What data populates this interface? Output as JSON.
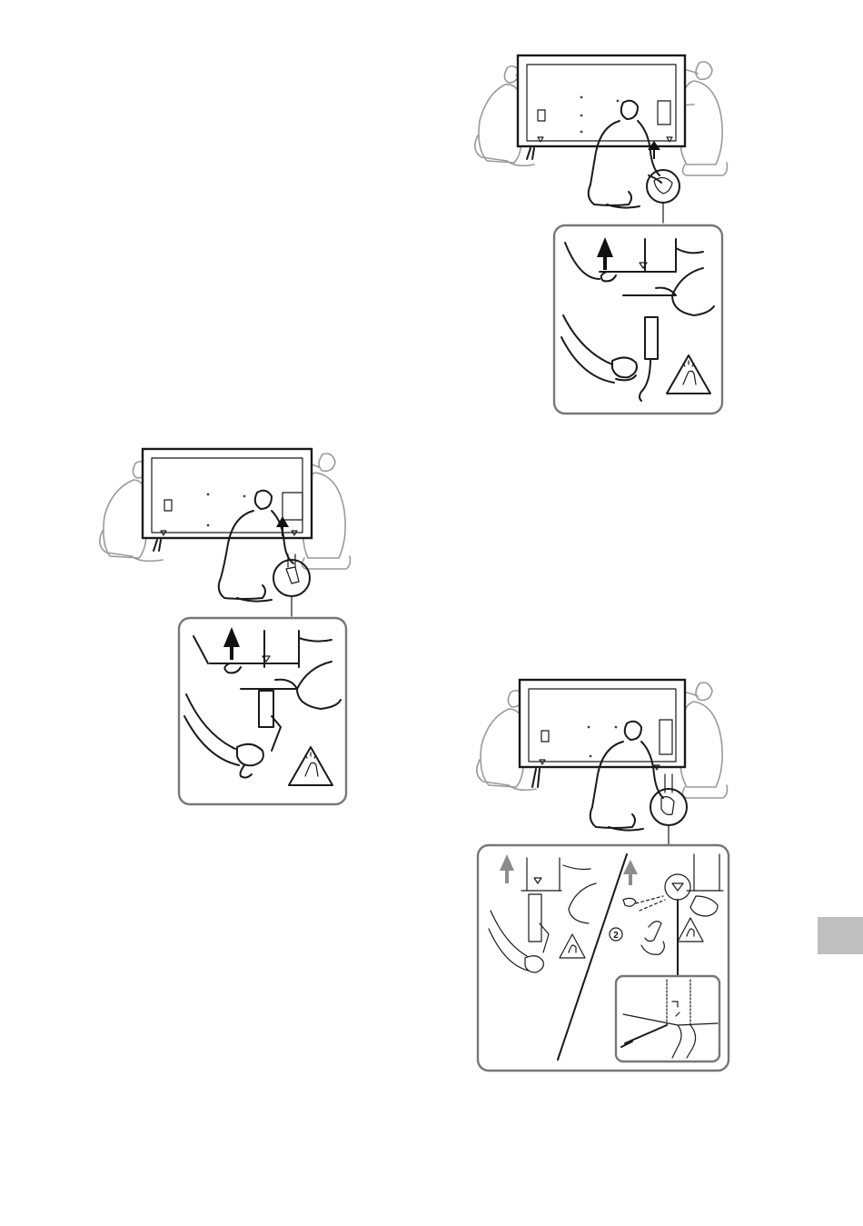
{
  "page": {
    "background": "#ffffff"
  },
  "figures": [
    {
      "id": "figure-top-right",
      "icons": [
        "person-icon",
        "tv-back-panel",
        "up-arrow-icon",
        "pinch-caution-icon"
      ]
    },
    {
      "id": "figure-middle-left",
      "icons": [
        "person-icon",
        "tv-back-panel",
        "up-arrow-icon",
        "pinch-caution-icon"
      ]
    },
    {
      "id": "figure-bottom-right",
      "icons": [
        "person-icon",
        "tv-back-panel",
        "up-arrow-icon",
        "pinch-caution-icon",
        "screwdriver-icon"
      ]
    }
  ],
  "callouts": {
    "step_number": "2"
  },
  "colors": {
    "line": "#1a1a1a",
    "panel_border": "#777777",
    "ghost_line": "#9a9a9a",
    "section_tab": "#bfbfbf"
  }
}
